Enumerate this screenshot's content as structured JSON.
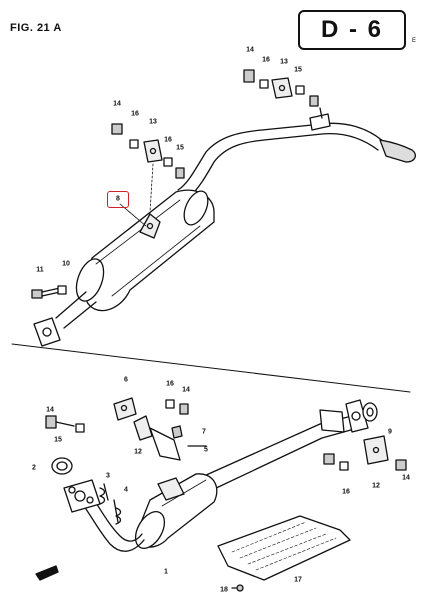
{
  "figure": {
    "title": "FIG. 21 A",
    "code": "D - 6",
    "side_mark": "E"
  },
  "colors": {
    "ink": "#111111",
    "highlight": "#d0202a",
    "paper": "#ffffff"
  },
  "callouts": [
    {
      "label": "14"
    },
    {
      "label": "16"
    },
    {
      "label": "13"
    },
    {
      "label": "15"
    },
    {
      "label": "14"
    },
    {
      "label": "16"
    },
    {
      "label": "13"
    },
    {
      "label": "16"
    },
    {
      "label": "15"
    },
    {
      "label": "8"
    },
    {
      "label": "11"
    },
    {
      "label": "10"
    },
    {
      "label": "6"
    },
    {
      "label": "16"
    },
    {
      "label": "14"
    },
    {
      "label": "14"
    },
    {
      "label": "15"
    },
    {
      "label": "12"
    },
    {
      "label": "7"
    },
    {
      "label": "5"
    },
    {
      "label": "2"
    },
    {
      "label": "3"
    },
    {
      "label": "4"
    },
    {
      "label": "9"
    },
    {
      "label": "12"
    },
    {
      "label": "14"
    },
    {
      "label": "16"
    },
    {
      "label": "1"
    },
    {
      "label": "17"
    },
    {
      "label": "18"
    }
  ]
}
